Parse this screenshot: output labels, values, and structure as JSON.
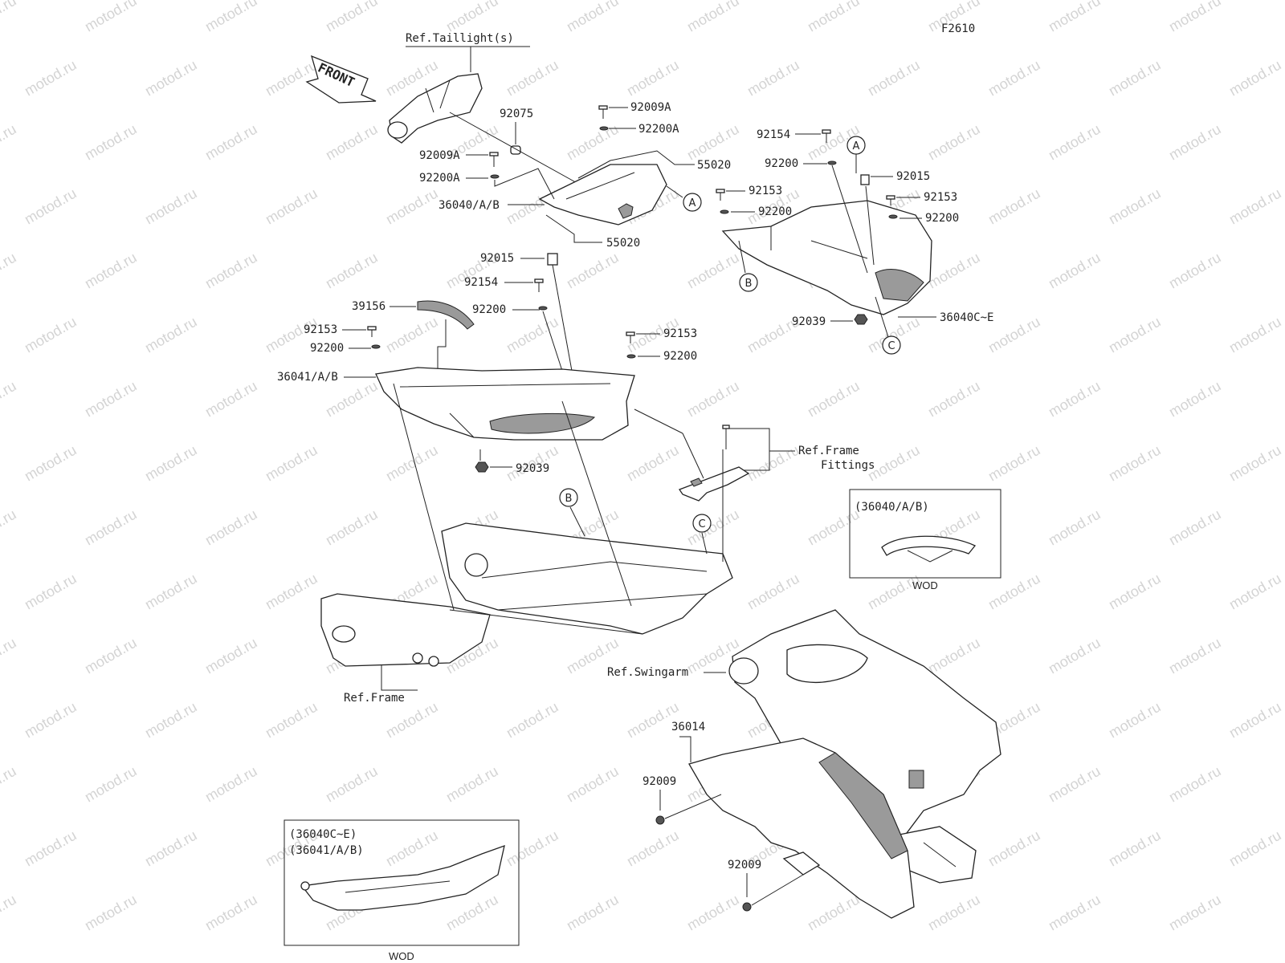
{
  "figure_code": "F2610",
  "front_label": "FRONT",
  "watermark": "motod.ru",
  "part_labels": {
    "ref_taillight": "Ref.Taillight(s)",
    "p92075": "92075",
    "p92009A_top": "92009A",
    "p92200A_top": "92200A",
    "p55020_top": "55020",
    "p92009A_left": "92009A",
    "p92200A_left": "92200A",
    "p36040AB": "36040/A/B",
    "p55020_bottom": "55020",
    "p92015_mid": "92015",
    "p92154_mid": "92154",
    "p92200_mid": "92200",
    "p39156": "39156",
    "p92153_left": "92153",
    "p92200_left": "92200",
    "p36041AB": "36041/A/B",
    "p92153_mid": "92153",
    "p92200_mid2": "92200",
    "p92039_mid": "92039",
    "p92154_right": "92154",
    "p92200_right": "92200",
    "p92015_right": "92015",
    "p92153_r1": "92153",
    "p92200_r1": "92200",
    "p92153_r2": "92153",
    "p92200_r2": "92200",
    "p92039_right": "92039",
    "p36040CE": "36040C~E",
    "ref_frame_fittings_1": "Ref.Frame",
    "ref_frame_fittings_2": "Fittings",
    "ref_frame": "Ref.Frame",
    "ref_swingarm": "Ref.Swingarm",
    "p36014": "36014",
    "p92009_a": "92009",
    "p92009_b": "92009"
  },
  "callouts": {
    "a1": "A",
    "a2": "A",
    "b1": "B",
    "b2": "B",
    "c1": "C",
    "c2": "C"
  },
  "inset_top": {
    "title": "(36040/A/B)",
    "footer": "WOD"
  },
  "inset_bottom": {
    "title_1": "(36040C~E)",
    "title_2": "(36041/A/B)",
    "footer": "WOD"
  }
}
